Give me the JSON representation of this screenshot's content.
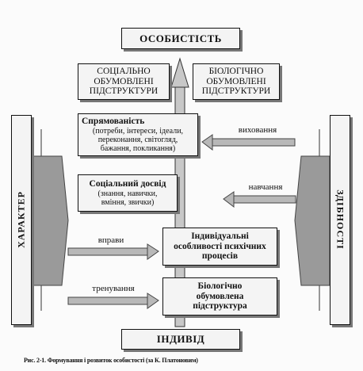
{
  "diagram": {
    "top": "ОСОБИСТІСТЬ",
    "bottom": "ІНДИВІД",
    "left_side": "ХАРАКТЕР",
    "right_side": "ЗДІБНОСТІ",
    "social_sub": [
      "СОЦІАЛЬНО",
      "ОБУМОВЛЕНІ",
      "ПІДСТРУКТУРИ"
    ],
    "bio_sub": [
      "БІОЛОГІЧНО",
      "ОБУМОВЛЕНІ",
      "ПІДСТРУКТУРИ"
    ],
    "orientation": {
      "title": "Спрямованість",
      "lines": [
        "(потреби, інтереси, ідеали,",
        "переконання, світогляд,",
        "бажання, покликання)"
      ]
    },
    "experience": {
      "title": "Соціальний досвід",
      "lines": [
        "(знання, навички,",
        "вміння, звички)"
      ]
    },
    "individual": [
      "Індивідуальні",
      "особливості психічних",
      "процесів"
    ],
    "biological": [
      "Біологічно",
      "обумовлена",
      "підструктура"
    ],
    "arrow_labels": {
      "upbringing": "виховання",
      "learning": "навчання",
      "exercises": "вправи",
      "training": "тренування"
    },
    "caption": "Рис. 2-1. Формування і розвиток особистості (за К. Платоновим)"
  }
}
